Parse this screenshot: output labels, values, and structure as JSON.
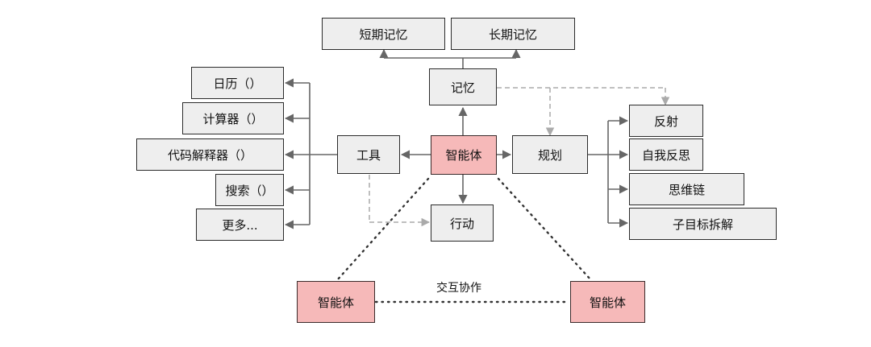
{
  "nodes": {
    "agent_center": "智能体",
    "agent_left": "智能体",
    "agent_right": "智能体",
    "memory": "记忆",
    "short_term_memory": "短期记忆",
    "long_term_memory": "长期记忆",
    "tools": "工具",
    "planning": "规划",
    "action": "行动",
    "tool_items": [
      "日历（）",
      "计算器（）",
      "代码解释器（）",
      "搜索（）",
      "更多..."
    ],
    "planning_items": [
      "反射",
      "自我反思",
      "思维链",
      "子目标拆解"
    ]
  },
  "labels": {
    "interaction": "交互协作"
  },
  "colors": {
    "agent_fill": "#f6b9b9",
    "node_fill": "#eeeeee",
    "line": "#666666",
    "dashed_line": "#aaaaaa",
    "dotted_line": "#333333"
  }
}
